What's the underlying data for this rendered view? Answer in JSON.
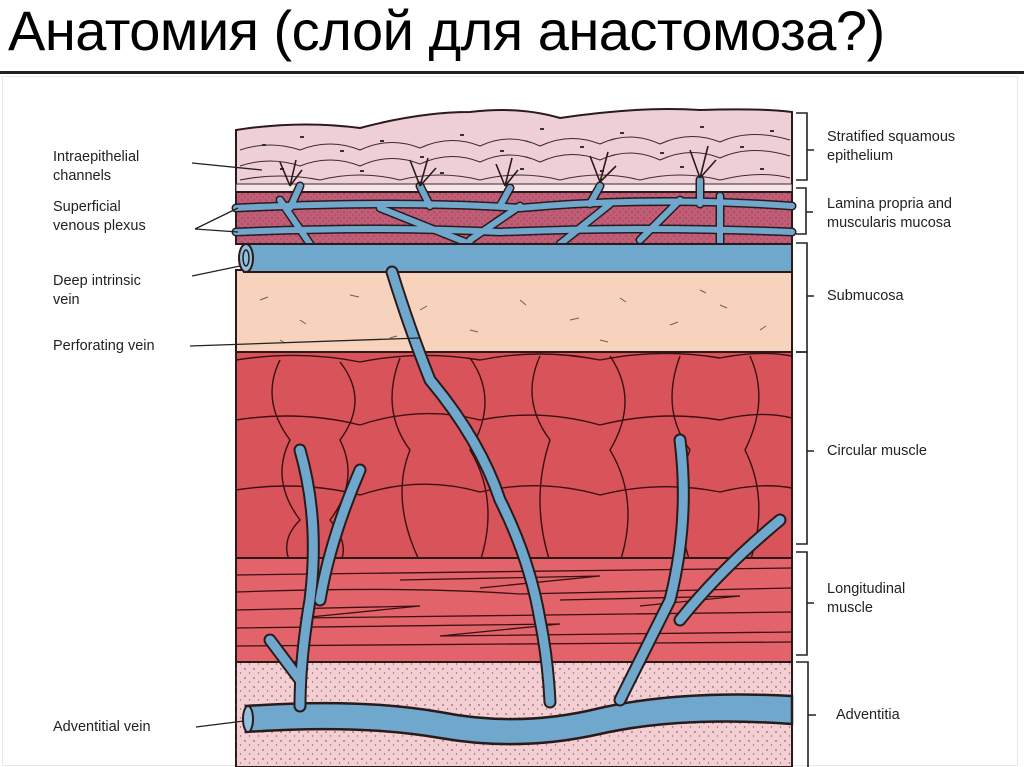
{
  "title": "Анатомия (слой для анастомоза?)",
  "left_labels": [
    {
      "line1": "Intraepithelial",
      "line2": "channels"
    },
    {
      "line1": "Superficial",
      "line2": "venous plexus"
    },
    {
      "line1": "Deep intrinsic",
      "line2": "vein"
    },
    {
      "line1": "Perforating vein",
      "line2": ""
    },
    {
      "line1": "Adventitial vein",
      "line2": ""
    }
  ],
  "right_labels": [
    {
      "line1": "Stratified squamous",
      "line2": "epithelium"
    },
    {
      "line1": "Lamina propria and",
      "line2": "muscularis mucosa"
    },
    {
      "line1": "Submucosa",
      "line2": ""
    },
    {
      "line1": "Circular muscle",
      "line2": ""
    },
    {
      "line1": "Longitudinal",
      "line2": "muscle"
    },
    {
      "line1": "Adventitia",
      "line2": ""
    }
  ],
  "colors": {
    "epithelium": "#eecfd6",
    "lamina_propria": "#c25d78",
    "vein": "#6fa8cc",
    "submucosa": "#f7d3bd",
    "circular_muscle": "#d9535a",
    "longitudinal_muscle": "#e2646a",
    "adventitia": "#f3cfd3",
    "outline": "#2a1a1a"
  }
}
